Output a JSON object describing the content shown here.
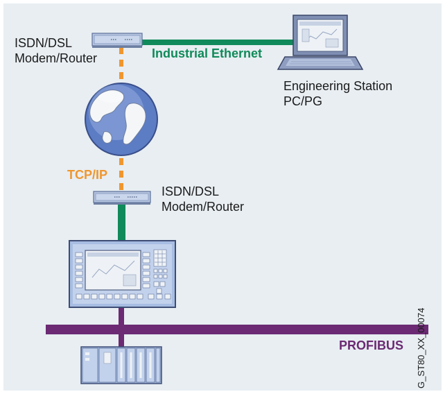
{
  "labels": {
    "modem_top": [
      "ISDN/DSL",
      "Modem/Router"
    ],
    "industrial_ethernet": "Industrial Ethernet",
    "engineering_station": [
      "Engineering Station",
      "PC/PG"
    ],
    "tcp_ip": "TCP/IP",
    "modem_bottom": [
      "ISDN/DSL",
      "Modem/Router"
    ],
    "profibus": "PROFIBUS",
    "doc_id": "G_ST80_XX_00074"
  },
  "colors": {
    "ethernet_green": "#108a5a",
    "tcpip_orange": "#f0962e",
    "profibus_purple": "#6b2a73",
    "panel_bg": "#e8eef2",
    "device_blue": "#9fb4d8"
  }
}
